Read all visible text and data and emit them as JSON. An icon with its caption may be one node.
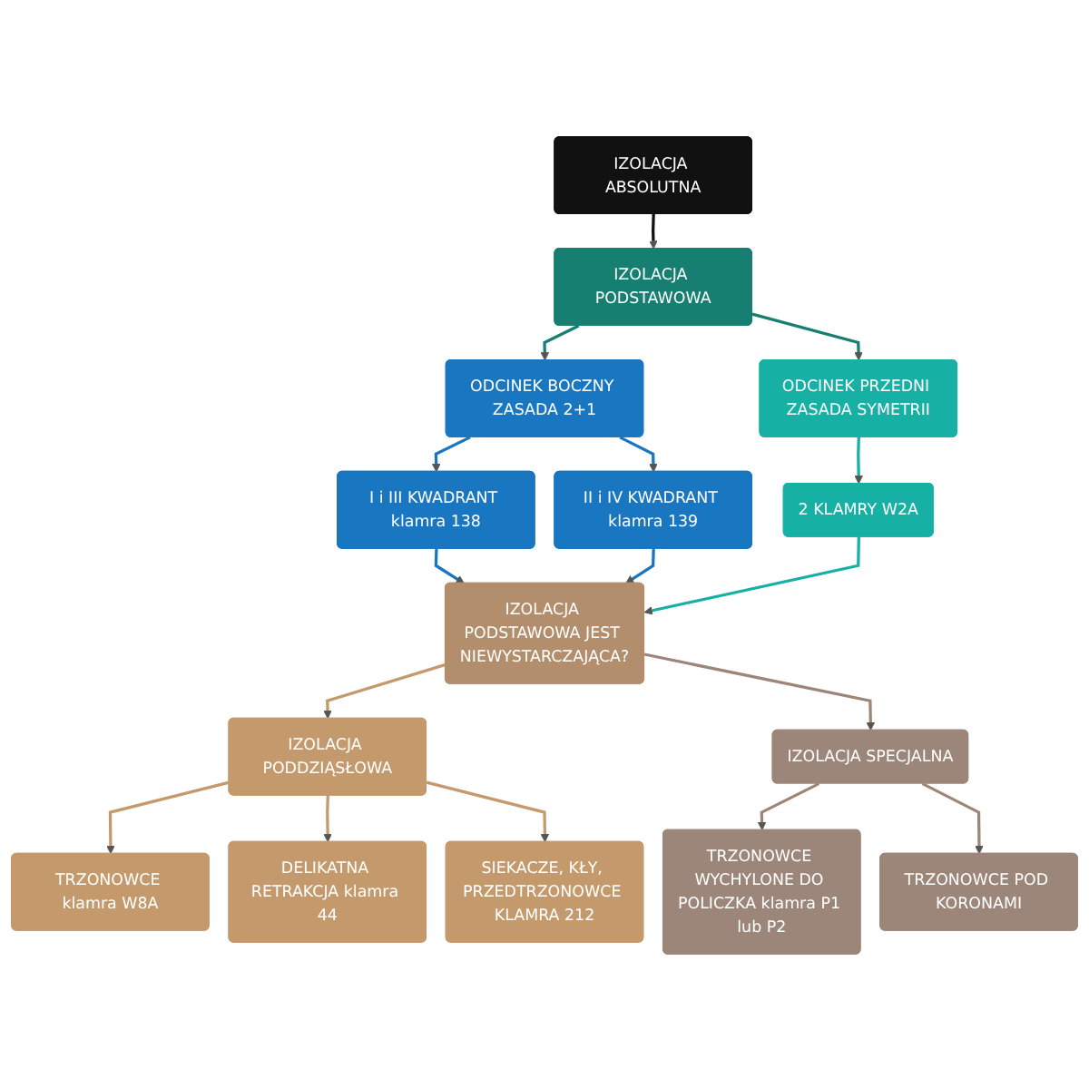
{
  "diagram": {
    "nodes": [
      {
        "text": [
          "IZOLACJA ABSOLUTNA"
        ]
      },
      {
        "text": [
          "IZOLACJA PODSTAWOWA"
        ]
      },
      {
        "text": [
          "ODCINEK BOCZNY ZASADA 2+1"
        ]
      },
      {
        "text": [
          "ODCINEK PRZEDNI ZASADA SYMETRII"
        ]
      },
      {
        "text": [
          "I i III KWADRANT klamra 138"
        ]
      },
      {
        "text": [
          "II i IV KWADRANT klamra 139"
        ]
      },
      {
        "text": [
          "2 KLAMRY W2A"
        ]
      },
      {
        "text": [
          "IZOLACJA PODSTAWOWA JEST NIEWYSTARCZAJĄCA?"
        ]
      },
      {
        "text": [
          "IZOLACJA PODDZIĄSŁOWA"
        ]
      },
      {
        "text": [
          "IZOLACJA SPECJALNA"
        ]
      },
      {
        "text": [
          "TRZONOWCE WYCHYLONE DO POLICZKA klamra P1 lub P2"
        ]
      },
      {
        "text": [
          "TRZONOWCE POD KORONAMI"
        ]
      },
      {
        "text": [
          "TRZONOWCE klamra W8A"
        ]
      },
      {
        "text": [
          "DELIKATNA RETRAKCJA klamra 44"
        ]
      },
      {
        "text": [
          "SIEKACZE, KŁY, PRZEDTRZONOWCE KLAMRA 212"
        ]
      }
    ],
    "edges": [
      {
        "from": 0,
        "to": 1,
        "arrow": "to",
        "color": "#111111"
      },
      {
        "from": 1,
        "to": 2,
        "arrow": "to",
        "color": "#167f72"
      },
      {
        "from": 1,
        "to": 3,
        "arrow": "to",
        "color": "#167f72"
      },
      {
        "from": 2,
        "to": 4,
        "arrow": "to",
        "color": "#1976c0"
      },
      {
        "from": 2,
        "to": 5,
        "arrow": "to",
        "color": "#1976c0"
      },
      {
        "from": 3,
        "to": 6,
        "arrow": "to",
        "color": "#17b0a5"
      },
      {
        "from": 4,
        "to": 7,
        "arrow": "to",
        "color": "#1976c0"
      },
      {
        "from": 5,
        "to": 7,
        "arrow": "to",
        "color": "#1976c0"
      },
      {
        "from": 6,
        "to": 7,
        "arrow": "to",
        "color": "#17b0a5"
      },
      {
        "from": 7,
        "to": 8,
        "arrow": "to",
        "color": "#c49a6c"
      },
      {
        "from": 7,
        "to": 9,
        "arrow": "to",
        "color": "#9c8679"
      },
      {
        "from": 9,
        "to": 10,
        "arrow": "to",
        "color": "#9c8679"
      },
      {
        "from": 9,
        "to": 11,
        "arrow": "to",
        "color": "#9c8679"
      },
      {
        "from": 8,
        "to": 12,
        "arrow": "to",
        "color": "#c49a6c"
      },
      {
        "from": 8,
        "to": 13,
        "arrow": "to",
        "color": "#c49a6c"
      },
      {
        "from": 8,
        "to": 14,
        "arrow": "to",
        "color": "#c49a6c"
      }
    ]
  }
}
